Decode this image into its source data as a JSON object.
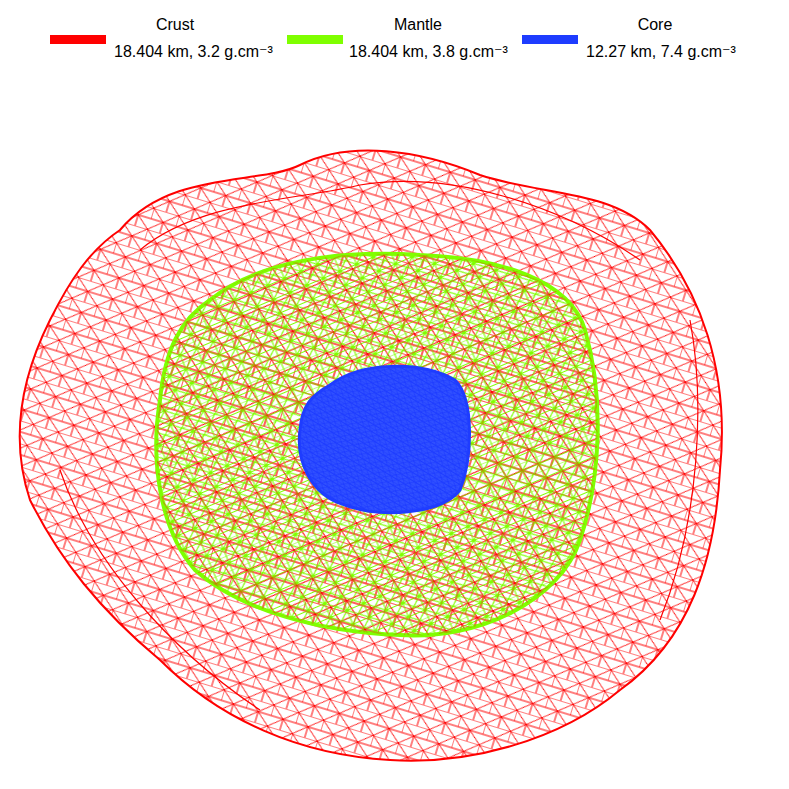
{
  "diagram": {
    "labels": [
      "18.404 km, 3.2 g.cm⁻³",
      "18.404 km, 3.8 g.cm⁻³",
      "12.27 km, 7.4 g.cm⁻³"
    ],
    "legend": [
      {
        "text": "Crust",
        "color": "#ff0000"
      },
      {
        "text": "Mantle",
        "color": "#7fff00"
      },
      {
        "text": "Core",
        "color": "#1e3cff"
      }
    ]
  }
}
